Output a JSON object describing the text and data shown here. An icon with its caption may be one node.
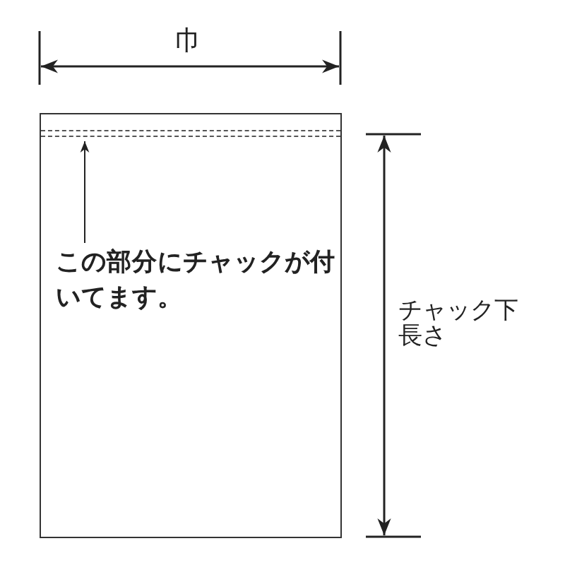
{
  "diagram": {
    "nodes": [
      {
        "text": [],
        "shape": "box"
      },
      {
        "text": [],
        "shape": "bar",
        "in": 0
      },
      {
        "text": [
          "この部分にチャックが付いてます。"
        ],
        "in": 0
      }
    ],
    "edges": [
      {
        "from": 2,
        "to": 1,
        "arrow": "to"
      }
    ],
    "labels": [
      "巾",
      "チャック下長さ"
    ]
  }
}
